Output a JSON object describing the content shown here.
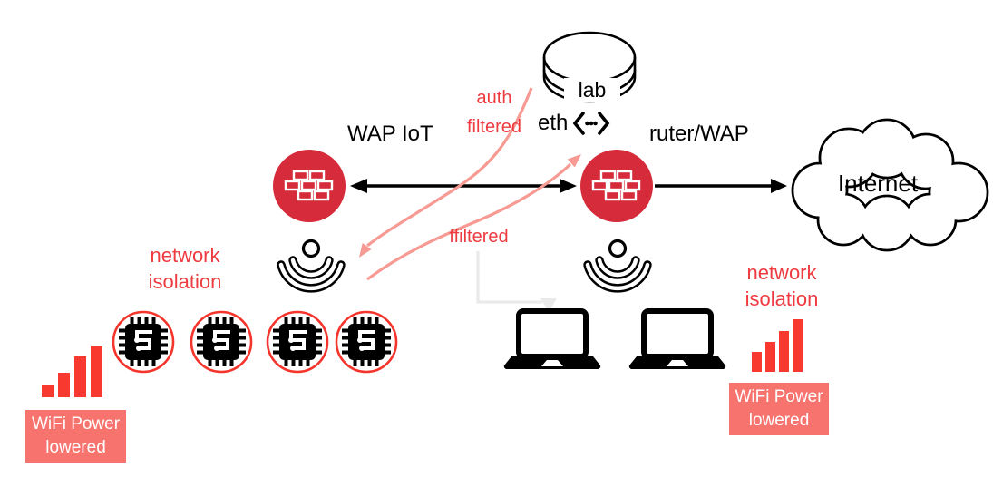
{
  "nodes": {
    "lab": {
      "label": "lab"
    },
    "eth": {
      "label": "eth"
    },
    "wap_iot": {
      "label": "WAP IoT"
    },
    "router": {
      "label": "ruter/WAP"
    },
    "internet": {
      "label": "Internet"
    }
  },
  "flow_labels": {
    "auth_filtered": {
      "line1": "auth",
      "line2": "filtered"
    },
    "ffiltered": "ffiltered"
  },
  "annotations": {
    "left_isolation": {
      "line1": "network",
      "line2": "isolation"
    },
    "right_isolation": {
      "line1": "network",
      "line2": "isolation"
    },
    "left_power": {
      "line1": "WiFi Power",
      "line2": "lowered"
    },
    "right_power": {
      "line1": "WiFi Power",
      "line2": "lowered"
    }
  },
  "icons": {
    "database-icon": "cylinder/disk shape",
    "ethernet-icon": "⟨•••⟩",
    "firewall-icon": "white bricks on red circle",
    "wifi-signal-icon": "dot with two arcs below",
    "iot-chip-icon": "black chip in red ring",
    "laptop-icon": "black laptop silhouette",
    "cloud-icon": "outlined cloud",
    "signal-bars-icon": "4 ascending red bars"
  },
  "colors": {
    "firewall_red": "#d52b3b",
    "accent_text_red": "#ee3b40",
    "signal_bar_red": "#f8392f",
    "chip_ring_red": "#f5342c",
    "power_box_salmon": "#f7736d",
    "flow_arrow_salmon": "#f79a93",
    "neutral_arrow_gray": "#eaeaea",
    "line_black": "#000000"
  },
  "counts": {
    "iot_devices": 4,
    "laptops": 2
  }
}
